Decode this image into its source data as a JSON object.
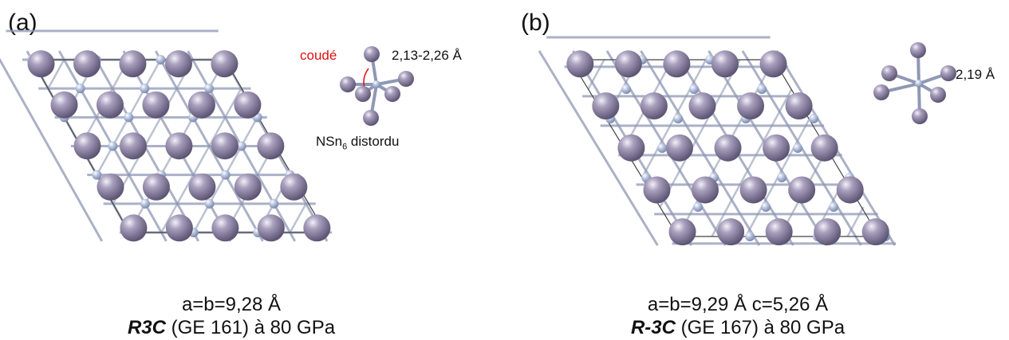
{
  "panel_a": {
    "label": "(a)",
    "lattice": "a=b=9,28 Å",
    "space_group": "R3C",
    "space_group_rest": " (GE 161) à 80 GPa",
    "bond_label": "coudé",
    "distance": "2,13-2,26 Å",
    "polyhedron_main": "NSn",
    "polyhedron_sub": "6",
    "polyhedron_rest": " distordu"
  },
  "panel_b": {
    "label": "(b)",
    "lattice": "a=b=9,29 Å  c=5,26 Å",
    "space_group": "R-3C",
    "space_group_rest": " (GE 167) à 80 GPa",
    "distance": "2,19 Å"
  },
  "colors": {
    "sn_atom": "#8a80a0",
    "n_atom": "#a9b6d4",
    "bond": "#8f98b4",
    "cell": "#444444",
    "highlight": "#e01010"
  }
}
